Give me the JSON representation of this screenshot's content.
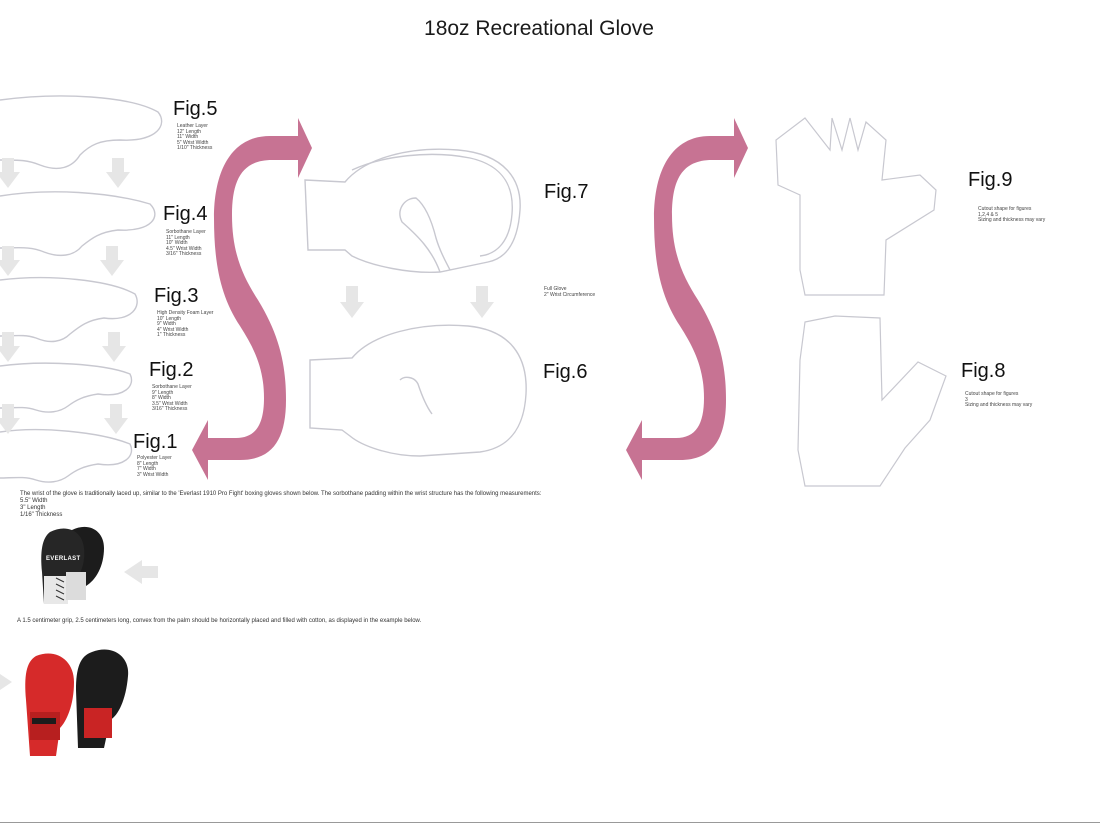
{
  "title": "18oz Recreational Glove",
  "figures": {
    "fig5": {
      "label": "Fig.5",
      "lines": [
        "Leather Layer",
        "12\" Length",
        "11\" Width",
        "5\" Wrist Width",
        "1/10\" Thickness"
      ]
    },
    "fig4": {
      "label": "Fig.4",
      "lines": [
        "Sorbothane Layer",
        "11\" Length",
        "10\" Width",
        "4.5\" Wrist Width",
        "3/16\" Thickness"
      ]
    },
    "fig3": {
      "label": "Fig.3",
      "lines": [
        "High Density Foam Layer",
        "10\" Length",
        "9\" Width",
        "4\" Wrist Width",
        "1\" Thickness"
      ]
    },
    "fig2": {
      "label": "Fig.2",
      "lines": [
        "Sorbothane Layer",
        "9\" Length",
        "8\" Width",
        "3.5\" Wrist Width",
        "3/16\" Thickness"
      ]
    },
    "fig1": {
      "label": "Fig.1",
      "lines": [
        "Polyester Layer",
        "8\" Length",
        "7\" Width",
        "3\" Wrist Width"
      ]
    },
    "fig7": {
      "label": "Fig.7",
      "lines": [
        "Full Glove",
        "2\" Wrist Circumference"
      ]
    },
    "fig6": {
      "label": "Fig.6",
      "lines": []
    },
    "fig9": {
      "label": "Fig.9",
      "lines": [
        "Cutout shape for figures",
        "1,2,4 & 5",
        "Sizing and thickness may vary"
      ]
    },
    "fig8": {
      "label": "Fig.8",
      "lines": [
        "Cutout shape for figures",
        "3",
        "Sizing and thickness may vary"
      ]
    }
  },
  "wrist_text": {
    "intro": "The wrist of the glove is traditionally laced up, similar to the 'Everlast 1910 Pro Fight' boxing gloves shown below. The sorbothane padding within the wrist structure has the following measurements:",
    "m1": "5.5\" Width",
    "m2": "3\" Length",
    "m3": "1/16\" Thickness"
  },
  "grip_text": "A 1.5 centimeter grip, 2.5 centimeters long, convex from the palm should be horizontally placed and filled with cotton, as displayed in the example below.",
  "logo_text": "EVERLAST",
  "colors": {
    "arrow": "#c2678a",
    "outline": "#c8c8d0",
    "down_arrow": "#e6e6e6",
    "glove_black": "#1c1c1c",
    "glove_red": "#d62a2a"
  }
}
